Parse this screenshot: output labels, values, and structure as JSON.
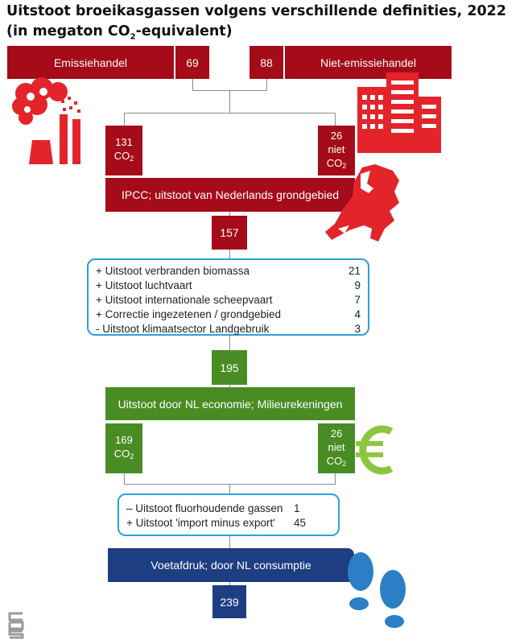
{
  "title": {
    "line1": "Uitstoot broeikasgassen volgens verschillende definities, 2022",
    "line2_prefix": "(in megaton CO",
    "line2_sub": "2",
    "line2_suffix": "-equivalent)"
  },
  "top": {
    "ets_label": "Emissiehandel",
    "ets_value": "69",
    "non_ets_value": "88",
    "non_ets_label": "Niet-emissiehandel"
  },
  "ipcc": {
    "co2_value": "131",
    "co2_label": "CO",
    "non_co2_value": "26",
    "non_co2_label1": "niet",
    "non_co2_label2": "CO",
    "label": "IPCC; uitstoot van Nederlands grondgebied",
    "total": "157"
  },
  "adjustments1": [
    {
      "label": "+ Uitstoot verbranden biomassa",
      "value": "21"
    },
    {
      "label": "+ Uitstoot luchtvaart",
      "value": "9"
    },
    {
      "label": "+ Uitstoot internationale scheepvaart",
      "value": "7"
    },
    {
      "label": "+ Correctie ingezetenen / grondgebied",
      "value": "4"
    },
    {
      "label": "- Uitstoot klimaatsector Landgebruik",
      "value": "3"
    }
  ],
  "economy": {
    "total": "195",
    "label": "Uitstoot door NL economie; Milieurekeningen",
    "co2_value": "169",
    "co2_label": "CO",
    "non_co2_value": "26",
    "non_co2_label1": "niet",
    "non_co2_label2": "CO"
  },
  "adjustments2": [
    {
      "label": "– Uitstoot fluorhoudende gassen",
      "value": "1"
    },
    {
      "label": "+ Uitstoot 'import minus export'",
      "value": "45"
    }
  ],
  "footprint": {
    "label": "Voetafdruk; door NL consumptie",
    "total": "239"
  },
  "sub2": "2",
  "colors": {
    "red": "#a50b18",
    "bright_red": "#e3242b",
    "green": "#4a8c24",
    "lime": "#8cc63f",
    "navy": "#1d3e80",
    "blue": "#2b7fc4",
    "outline_blue": "#2aa3d6"
  },
  "icons": [
    "factory-icon",
    "office-buildings-icon",
    "netherlands-map-icon",
    "euro-icon",
    "footprints-icon",
    "cbs-logo-icon"
  ]
}
